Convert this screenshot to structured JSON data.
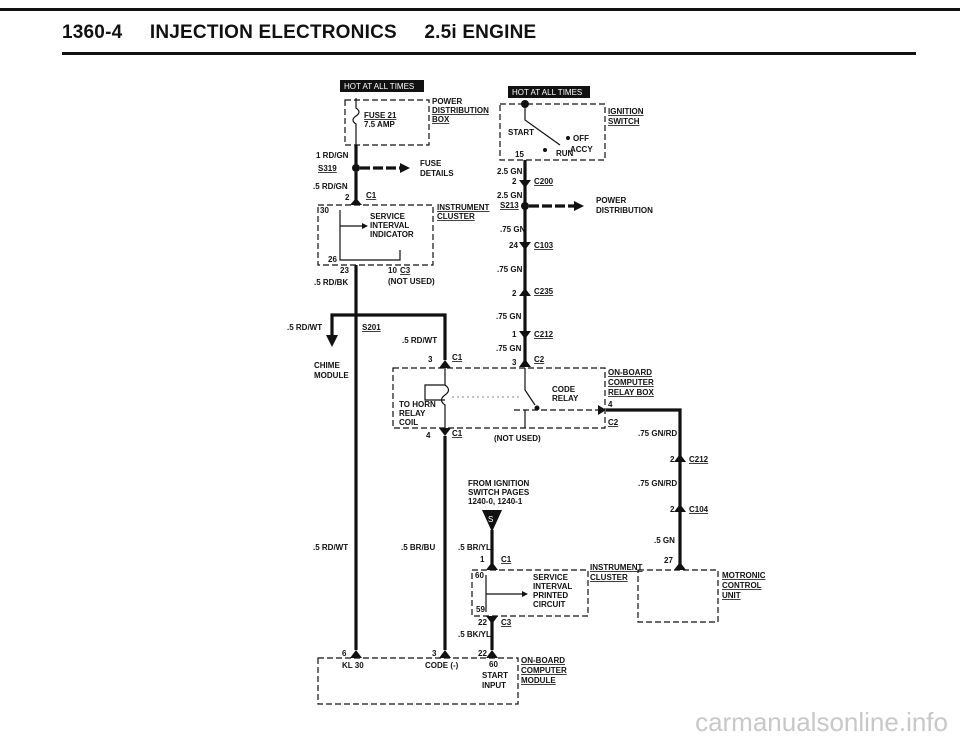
{
  "header": {
    "page_code": "1360-4",
    "section": "INJECTION ELECTRONICS",
    "engine": "2.5i ENGINE"
  },
  "hot_labels": {
    "left": "HOT AT ALL TIMES",
    "right": "HOT AT ALL TIMES"
  },
  "left_column": {
    "power_box": [
      "POWER",
      "DISTRIBUTION",
      "BOX"
    ],
    "fuse": [
      "FUSE 21",
      "7.5 AMP"
    ],
    "wire_1rdgn": "1 RD/GN",
    "s319": "S319",
    "fuse_details": [
      "FUSE",
      "DETAILS"
    ],
    "wire_5rdgn": ".5 RD/GN",
    "pin_2": "2",
    "c1": "C1",
    "pin_30": "30",
    "sii": [
      "SERVICE",
      "INTERVAL",
      "INDICATOR"
    ],
    "instrument_cluster": [
      "INSTRUMENT",
      "CLUSTER"
    ],
    "pin_26": "26",
    "pin_23": "23",
    "pin_10": "10",
    "c3": "C3",
    "not_used": "(NOT USED)",
    "wire_5rdbk": ".5 RD/BK",
    "wire_5rdwt_l": ".5 RD/WT",
    "s201": "S201",
    "wire_5rdwt_mid": ".5 RD/WT",
    "chime": [
      "CHIME",
      "MODULE"
    ],
    "pin_3": "3",
    "c1b": "C1",
    "wire_5rdwt_low": ".5 RD/WT",
    "wire_5brbu": ".5 BR/BU"
  },
  "right_column": {
    "ignition_switch": [
      "IGNITION",
      "SWITCH"
    ],
    "start": "START",
    "off": "OFF",
    "run": "RUN",
    "acc": "ACCY",
    "pin_15": "15",
    "wire_25gn_a": "2.5 GN",
    "pin_2": "2",
    "c200": "C200",
    "wire_25gn_b": "2.5 GN",
    "s213": "S213",
    "power_dist": [
      "POWER",
      "DISTRIBUTION"
    ],
    "wire_75gn_a": ".75 GN",
    "pin_24": "24",
    "c103": "C103",
    "wire_75gn_b": ".75 GN",
    "pin_2b": "2",
    "c235": "C235",
    "wire_75gn_c": ".75 GN",
    "pin_1": "1",
    "c212": "C212",
    "wire_75gn_d": ".75 GN",
    "pin_3": "3",
    "c2": "C2"
  },
  "relay_box": {
    "title": [
      "ON-BOARD",
      "COMPUTER",
      "RELAY BOX"
    ],
    "code_relay": [
      "CODE",
      "RELAY"
    ],
    "horn": [
      "TO HORN",
      "RELAY",
      "COIL"
    ],
    "pin_4": "4",
    "pin_4b": "4",
    "c1": "C1",
    "c2": "C2",
    "not_used": "(NOT USED)",
    "wire_75gnrd_a": ".75 GN/RD",
    "pin_2": "2",
    "c212": "C212",
    "wire_75gnrd_b": ".75 GN/RD",
    "pin_2b": "2",
    "c104": "C104",
    "wire_5gn": ".5 GN",
    "pin_27": "27"
  },
  "lower": {
    "from_ign": [
      "FROM IGNITION",
      "SWITCH PAGES",
      "1240-0, 1240-1"
    ],
    "s_badge": "S",
    "wire_5brylt": ".5 BR/YL",
    "pin_1": "1",
    "c1": "C1",
    "pin_60": "60",
    "sip": [
      "SERVICE",
      "INTERVAL",
      "PRINTED",
      "CIRCUIT"
    ],
    "instrument_cluster": [
      "INSTRUMENT",
      "CLUSTER"
    ],
    "motronic": [
      "MOTRONIC",
      "CONTROL",
      "UNIT"
    ],
    "pin_59": "59",
    "pin_22": "22",
    "c3": "C3",
    "wire_5bkyl": ".5 BK/YL",
    "pin_6": "6",
    "pin_3": "3",
    "pin_22b": "22",
    "kl30": "KL 30",
    "code": "CODE (-)",
    "pin_60b": "60",
    "start_input": [
      "START",
      "INPUT"
    ],
    "obc_module": [
      "ON-BOARD",
      "COMPUTER",
      "MODULE"
    ]
  },
  "watermark": "carmanualsonline.info"
}
